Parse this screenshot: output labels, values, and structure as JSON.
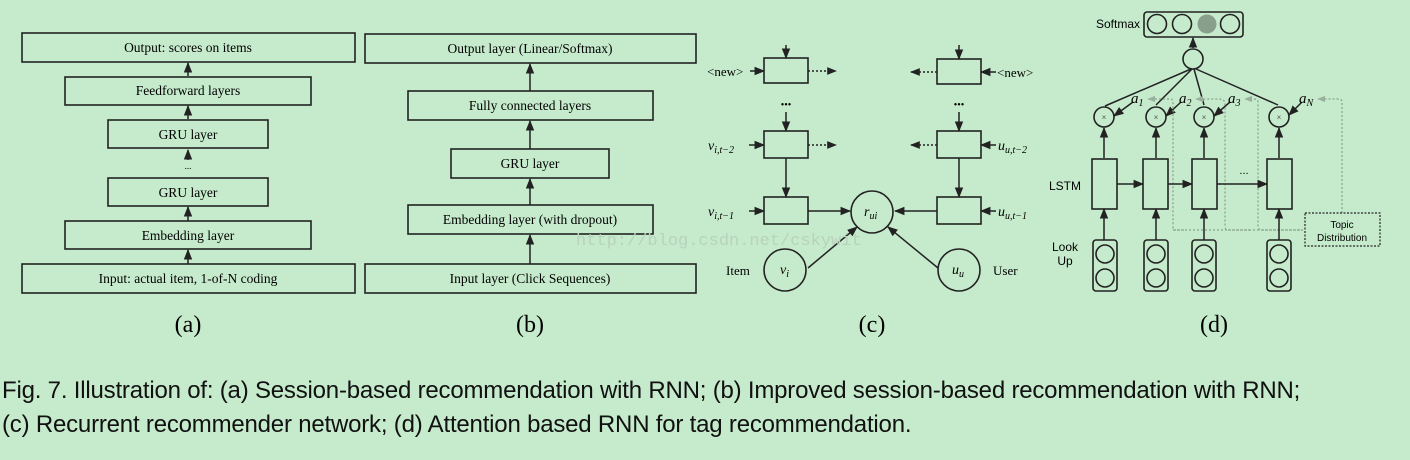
{
  "panel_a": {
    "label": "(a)",
    "layers": [
      "Output: scores on items",
      "Feedforward layers",
      "GRU layer",
      "...",
      "GRU layer",
      "Embedding layer",
      "Input: actual item, 1-of-N coding"
    ]
  },
  "panel_b": {
    "label": "(b)",
    "layers": [
      "Output layer (Linear/Softmax)",
      "Fully connected layers",
      "GRU layer",
      "Embedding layer (with dropout)",
      "Input layer (Click Sequences)"
    ]
  },
  "panel_c": {
    "label": "(c)",
    "new_left": "<new>",
    "new_right": "<new>",
    "ellipsis": "•••",
    "v_t2": "v",
    "v_t2_sub": "i,t−2",
    "v_t1": "v",
    "v_t1_sub": "i,t−1",
    "u_t2": "u",
    "u_t2_sub": "u,t−2",
    "u_t1": "u",
    "u_t1_sub": "u,t−1",
    "r": "r",
    "r_sub": "ui",
    "vi": "v",
    "vi_sub": "i",
    "uu": "u",
    "uu_sub": "u",
    "item": "Item",
    "user": "User"
  },
  "panel_d": {
    "label": "(d)",
    "softmax": "Softmax",
    "lstm": "LSTM",
    "lookup_1": "Look",
    "lookup_2": "Up",
    "ellipsis": "...",
    "mult": "×",
    "a1": "a",
    "a1_sub": "1",
    "a2": "a",
    "a2_sub": "2",
    "a3": "a",
    "a3_sub": "3",
    "aN": "a",
    "aN_sub": "N",
    "topic_1": "Topic",
    "topic_2": "Distribution",
    "highlight_color": "#8a9e8c"
  },
  "watermark": "http://blog.csdn.net/cskywit",
  "caption": {
    "line1": "Fig. 7.  Illustration of: (a) Session-based recommendation with RNN; (b) Improved session-based recommendation with RNN;",
    "line2": "(c) Recurrent recommender network; (d) Attention based RNN for tag recommendation."
  }
}
